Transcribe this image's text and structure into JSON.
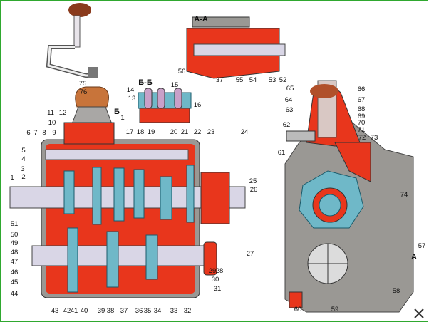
{
  "title": "Gearbox cross-section diagram",
  "section_labels": {
    "aa": "А-А",
    "bb": "Б-Б",
    "b_mark": "Б",
    "b_mark_num": "1",
    "a_mark": "А"
  },
  "callouts": [
    "1",
    "2",
    "3",
    "4",
    "5",
    "6",
    "7",
    "8",
    "9",
    "10",
    "11",
    "12",
    "13",
    "14",
    "15",
    "16",
    "17",
    "18",
    "19",
    "20",
    "21",
    "22",
    "23",
    "24",
    "25",
    "26",
    "27",
    "28",
    "29",
    "30",
    "31",
    "32",
    "33",
    "34",
    "35",
    "36",
    "37",
    "38",
    "39",
    "40",
    "41",
    "42",
    "43",
    "44",
    "45",
    "46",
    "47",
    "48",
    "49",
    "50",
    "51",
    "52",
    "53",
    "54",
    "55",
    "56",
    "37",
    "57",
    "58",
    "59",
    "60",
    "61",
    "62",
    "63",
    "64",
    "65",
    "66",
    "67",
    "68",
    "69",
    "70",
    "71",
    "72",
    "73",
    "74",
    "75",
    "76"
  ],
  "colors": {
    "housing": "#9a9894",
    "cutaway": "#e8361c",
    "shaft": "#d9d6e6",
    "knob": "#c8743a",
    "frame": "#2fa82f"
  }
}
